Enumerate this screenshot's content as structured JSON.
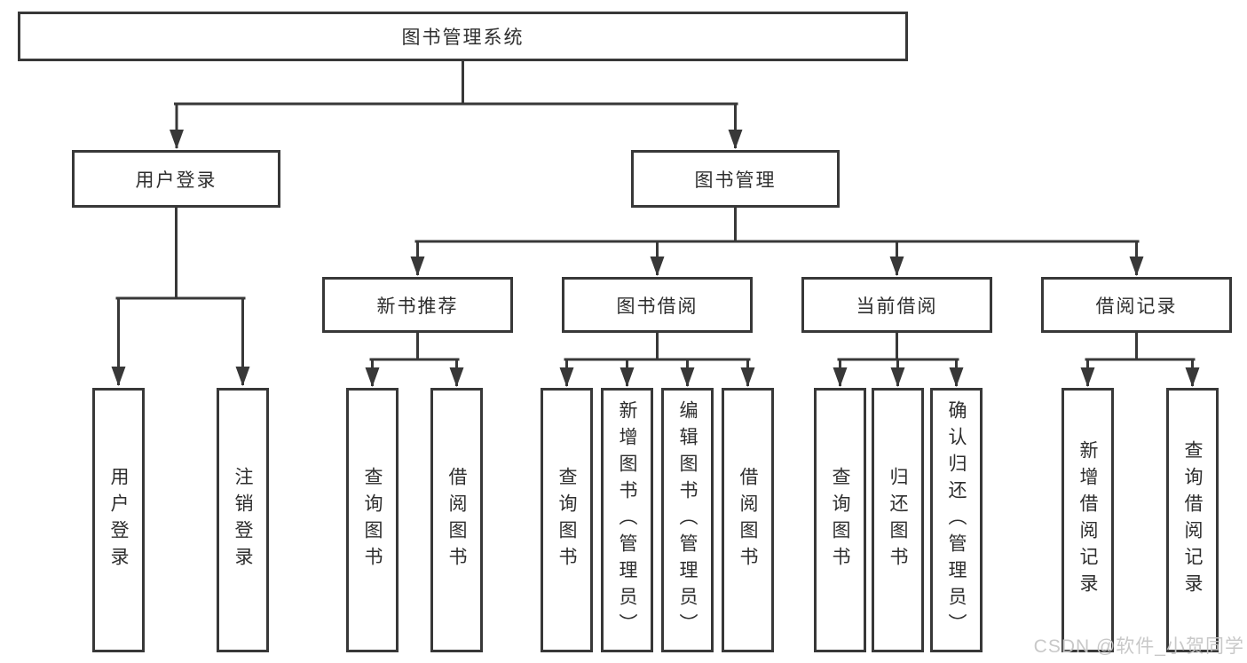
{
  "diagram": {
    "type": "hierarchy-functional-structure",
    "colors": {
      "background": "#ffffff",
      "line": "#383838",
      "box_border": "#383838",
      "text": "#2e2e2e",
      "watermark": "#c6c6c6"
    },
    "watermark": "CSDN @软件_小贺同学",
    "tree": {
      "label": "图书管理系统",
      "children": [
        {
          "label": "用户登录",
          "children": [
            {
              "label": "用户登录"
            },
            {
              "label": "注销登录"
            }
          ]
        },
        {
          "label": "图书管理",
          "children": [
            {
              "label": "新书推荐",
              "children": [
                {
                  "label": "查询图书"
                },
                {
                  "label": "借阅图书"
                }
              ]
            },
            {
              "label": "图书借阅",
              "children": [
                {
                  "label": "查询图书"
                },
                {
                  "label": "新增图书（管理员）"
                },
                {
                  "label": "编辑图书（管理员）"
                },
                {
                  "label": "借阅图书"
                }
              ]
            },
            {
              "label": "当前借阅",
              "children": [
                {
                  "label": "查询图书"
                },
                {
                  "label": "归还图书"
                },
                {
                  "label": "确认归还（管理员）"
                }
              ]
            },
            {
              "label": "借阅记录",
              "children": [
                {
                  "label": "新增借阅记录"
                },
                {
                  "label": "查询借阅记录"
                }
              ]
            }
          ]
        }
      ]
    }
  }
}
